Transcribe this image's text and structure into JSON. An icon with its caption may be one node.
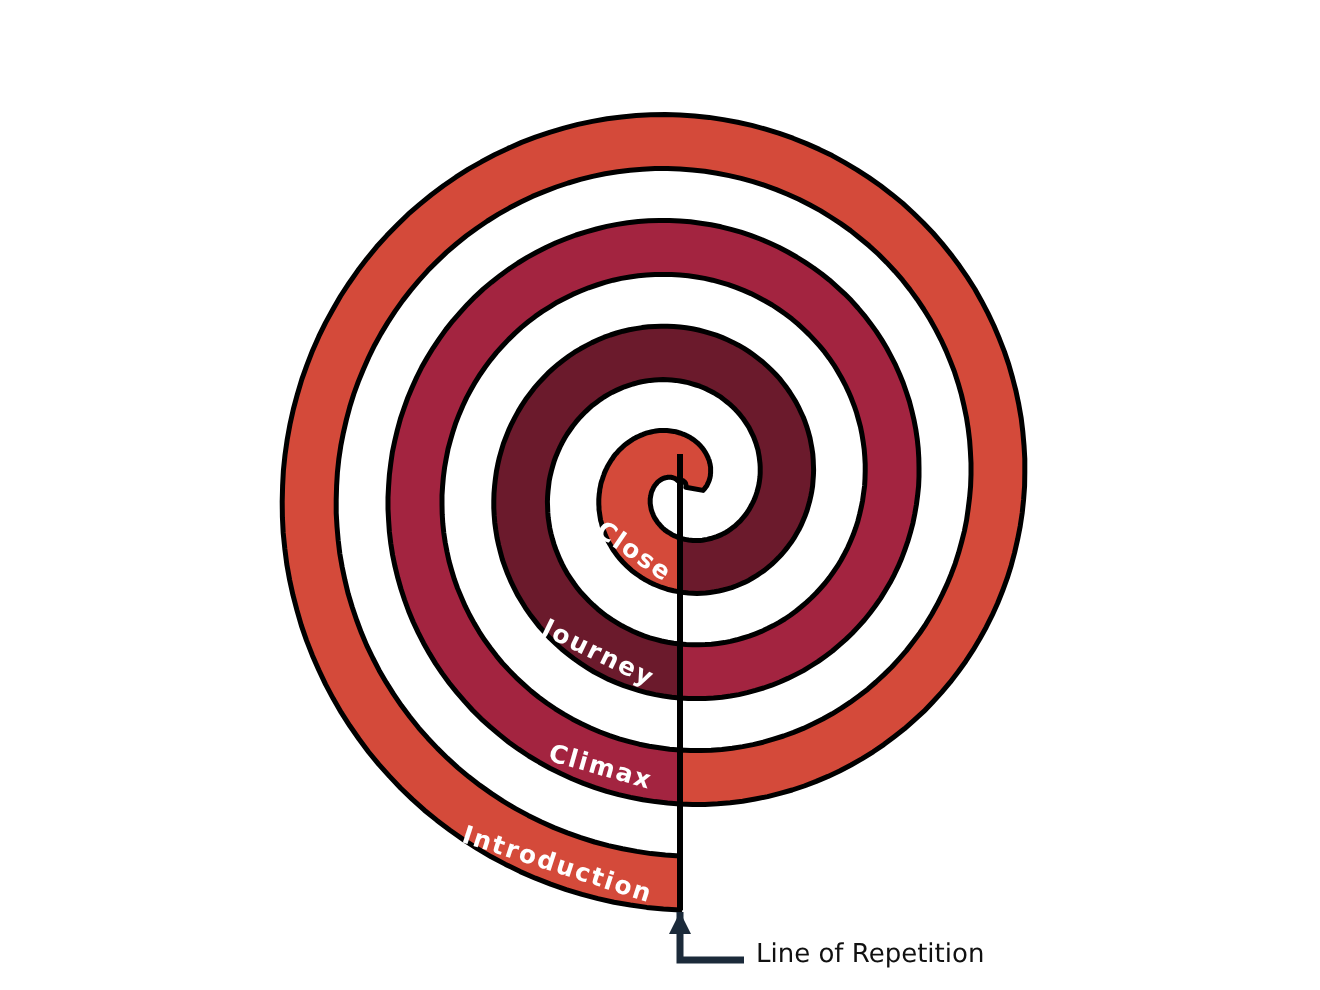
{
  "diagram": {
    "nodes": [
      {
        "text": [
          "Introduction"
        ]
      },
      {
        "text": [
          "Climax"
        ]
      },
      {
        "text": [
          "Journey"
        ]
      },
      {
        "text": [
          "Close"
        ]
      },
      {
        "text": [],
        "shape": "bar"
      },
      {
        "text": [
          "Line of Repetition"
        ]
      }
    ],
    "edges": [
      {
        "from": 5,
        "to": 4,
        "arrow": "to"
      }
    ]
  }
}
